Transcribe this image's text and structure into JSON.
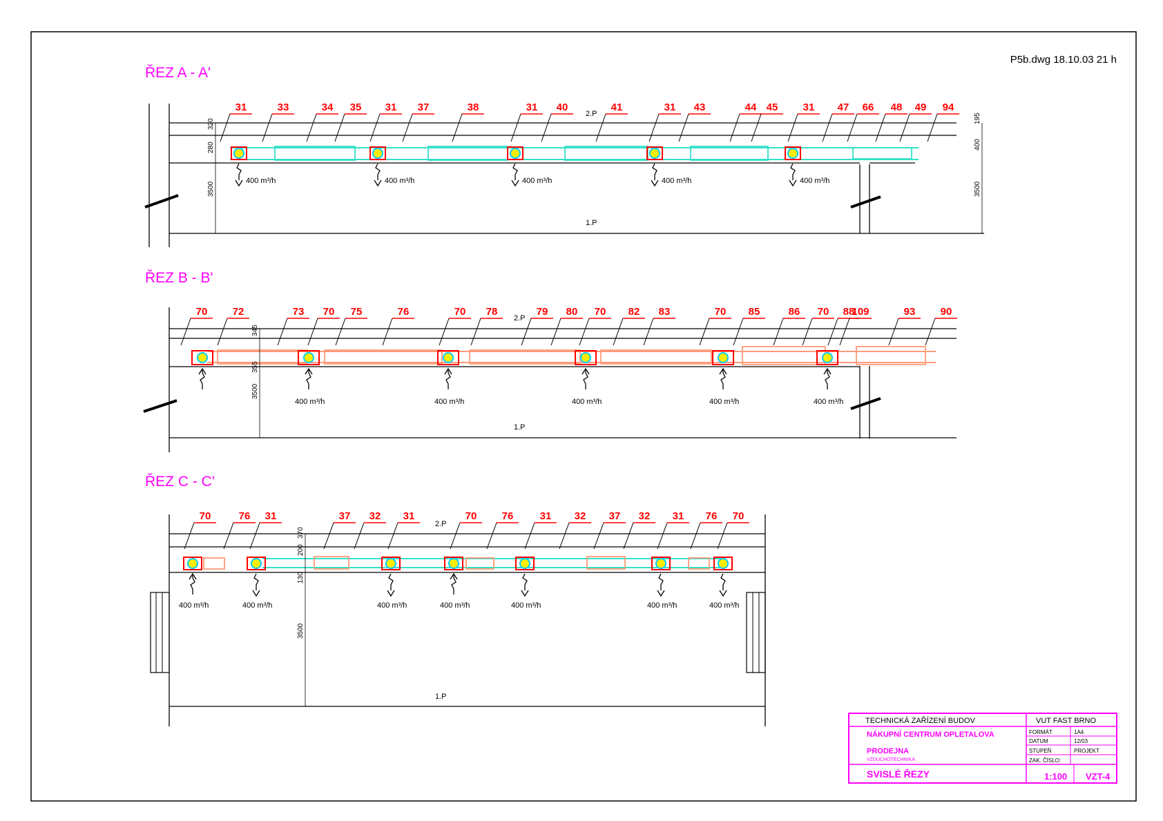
{
  "file_stamp": "P5b.dwg   18.10.03  21 h",
  "colors": {
    "line": "#000000",
    "label": "#ff0000",
    "title": "#ff00ff",
    "duct_cyan": "#33e0c8",
    "duct_salmon": "#ff9a78",
    "box_red": "#ff0000",
    "diffuser_yellow": "#ffee00",
    "diffuser_cyan": "#00ccff"
  },
  "level_marks": {
    "upper": "2.P",
    "lower": "1.P"
  },
  "flow_label": "400 m³/h",
  "sections": [
    {
      "title": "ŘEZ A - A'",
      "labels": [
        "31",
        "33",
        "34",
        "35",
        "31",
        "37",
        "38",
        "31",
        "40",
        "41",
        "31",
        "43",
        "44",
        "45",
        "31",
        "47",
        "66",
        "48",
        "49",
        "94"
      ],
      "dims": [
        "320",
        "280",
        "3500"
      ],
      "right_dims": [
        "195",
        "400",
        "3500"
      ]
    },
    {
      "title": "ŘEZ B - B'",
      "labels": [
        "70",
        "72",
        "73",
        "70",
        "75",
        "76",
        "70",
        "78",
        "79",
        "80",
        "70",
        "82",
        "83",
        "70",
        "85",
        "86",
        "70",
        "88",
        "109",
        "93",
        "90"
      ],
      "dims": [
        "345",
        "355",
        "3500"
      ]
    },
    {
      "title": "ŘEZ C - C'",
      "labels": [
        "70",
        "76",
        "31",
        "37",
        "32",
        "31",
        "70",
        "76",
        "31",
        "32",
        "37",
        "32",
        "31",
        "76",
        "70"
      ],
      "dims": [
        "370",
        "200",
        "130",
        "3500"
      ]
    }
  ],
  "title_block": {
    "header": "TECHNICKÁ ZAŘÍZENÍ BUDOV",
    "school": "VUT FAST BRNO",
    "project": "NÁKUPNÍ CENTRUM OPLETALOVA",
    "object": "PRODEJNA",
    "subtitle": "VZDUCHOTECHNIKA",
    "drawing_name": "SVISLÉ ŘEZY",
    "fields": [
      {
        "label": "FORMÁT",
        "value": "1A4"
      },
      {
        "label": "DATUM",
        "value": "12/03"
      },
      {
        "label": "STUPEŇ",
        "value": "PROJEKT"
      },
      {
        "label": "ZAK. ČÍSLO:",
        "value": ""
      }
    ],
    "scale": "1:100",
    "drawing_no": "VZT-4"
  }
}
